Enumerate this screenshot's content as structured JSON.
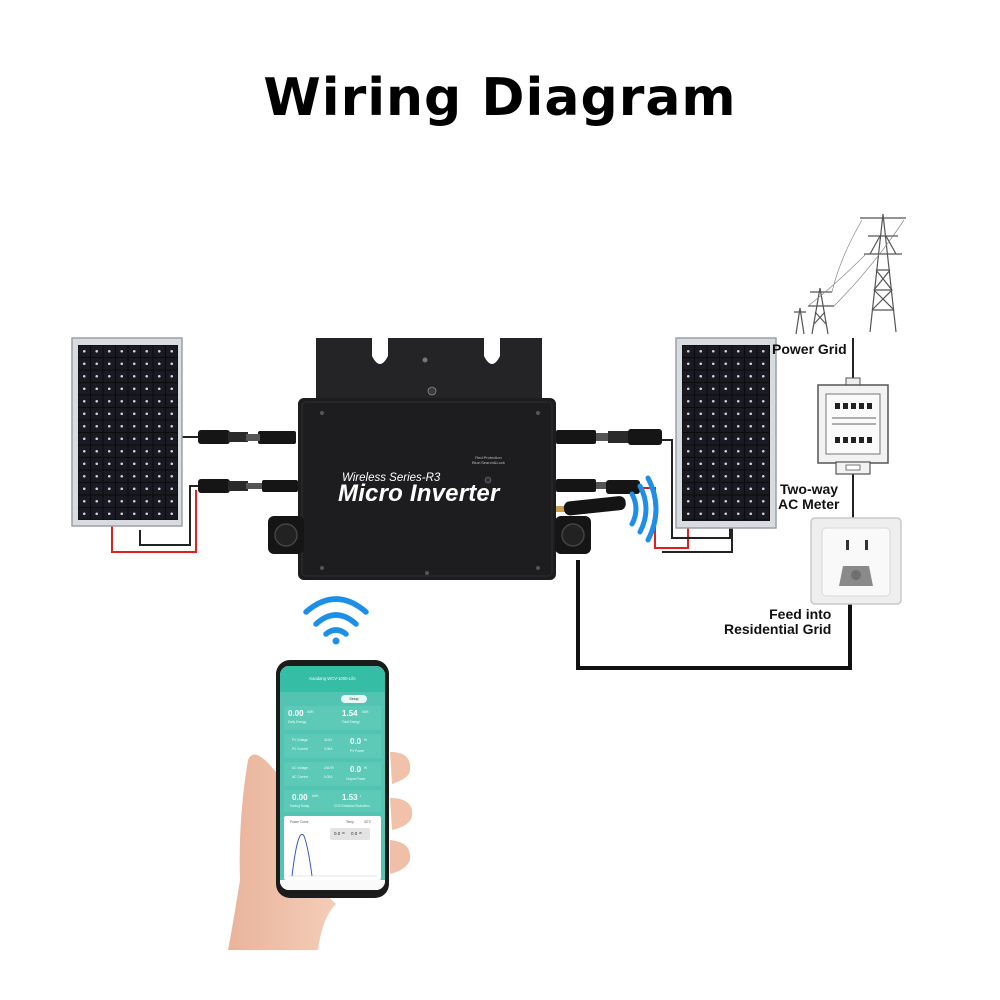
{
  "title": "Wiring Diagram",
  "labels": {
    "power_grid": "Power Grid",
    "meter_line1": "Two-way",
    "meter_line2": "AC Meter",
    "feed_line1": "Feed into",
    "feed_line2": "Residential Grid"
  },
  "inverter": {
    "series": "Wireless Series-R3",
    "name": "Micro Inverter",
    "led_line1": "Red:Protection",
    "led_line2": "Blue:Search&Lock"
  },
  "app": {
    "header": "Kandang WCV-1000-Life",
    "setup": "Setup",
    "daily_energy_value": "0.00",
    "daily_energy_unit": "kWh",
    "daily_energy_label": "Daily Energy",
    "total_energy_value": "1.54",
    "total_energy_unit": "kWh",
    "total_energy_label": "Total Energy",
    "pv_voltage_label": "PV Voltage",
    "pv_voltage_value": "42.6V",
    "pv_current_label": "PV Current",
    "pv_current_value": "0.00A",
    "pv_power_value": "0.0",
    "pv_power_unit": "W",
    "pv_power_label": "PV Power",
    "ac_voltage_label": "AC Voltage",
    "ac_voltage_value": "246.9V",
    "ac_current_label": "AC Current",
    "ac_current_value": "0.00A",
    "output_power_value": "0.0",
    "output_power_unit": "W",
    "output_power_label": "Output Power",
    "saving_value": "0.00",
    "saving_unit": "kWh",
    "saving_label": "Saving Today",
    "co2_value": "1.53",
    "co2_unit": "t",
    "co2_label": "CO2 Emission Reduction",
    "power_curve_label": "Power Curve",
    "temp_label": "Temp",
    "temp_value": "33°C",
    "curve_v1": "0.0",
    "curve_v1_unit": "W",
    "curve_v2": "0.0",
    "curve_v2_unit": "W"
  },
  "colors": {
    "wifi_blue": "#1e8fe6",
    "dc_positive_wire": "#e02020",
    "wire_black": "#111111",
    "app_teal": "#53c4b1",
    "inverter_body": "#1d1d1f"
  },
  "icons": [
    "solar-panel-icon",
    "pv-connector-icon",
    "wifi-icon",
    "smartphone-icon",
    "power-tower-icon",
    "electric-meter-icon",
    "wall-socket-icon",
    "antenna-icon"
  ]
}
